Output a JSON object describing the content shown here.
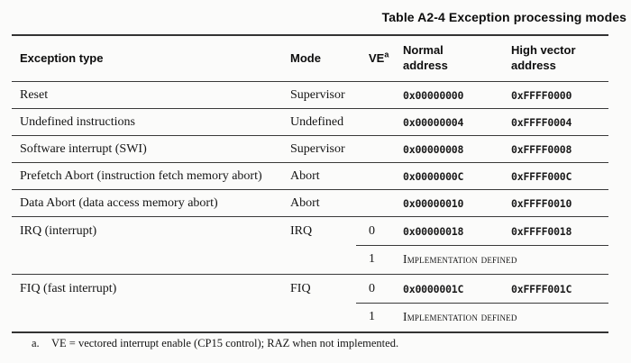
{
  "title": "Table A2-4 Exception processing modes",
  "table": {
    "headers": {
      "exception_type": "Exception type",
      "mode": "Mode",
      "ve": "VE",
      "ve_sup": "a",
      "normal_address": "Normal address",
      "high_vector_address": "High vector address"
    },
    "rows": [
      {
        "exception": "Reset",
        "mode": "Supervisor",
        "ve": "",
        "normal": "0x00000000",
        "high": "0xFFFF0000"
      },
      {
        "exception": "Undefined instructions",
        "mode": "Undefined",
        "ve": "",
        "normal": "0x00000004",
        "high": "0xFFFF0004"
      },
      {
        "exception": "Software interrupt (SWI)",
        "mode": "Supervisor",
        "ve": "",
        "normal": "0x00000008",
        "high": "0xFFFF0008"
      },
      {
        "exception": "Prefetch Abort (instruction fetch memory abort)",
        "mode": "Abort",
        "ve": "",
        "normal": "0x0000000C",
        "high": "0xFFFF000C"
      },
      {
        "exception": "Data Abort (data access memory abort)",
        "mode": "Abort",
        "ve": "",
        "normal": "0x00000010",
        "high": "0xFFFF0010"
      },
      {
        "exception": "IRQ (interrupt)",
        "mode": "IRQ",
        "ve": "0",
        "normal": "0x00000018",
        "high": "0xFFFF0018"
      },
      {
        "exception": "",
        "mode": "",
        "ve": "1",
        "impl": "Implementation defined"
      },
      {
        "exception": "FIQ (fast interrupt)",
        "mode": "FIQ",
        "ve": "0",
        "normal": "0x0000001C",
        "high": "0xFFFF001C"
      },
      {
        "exception": "",
        "mode": "",
        "ve": "1",
        "impl": "Implementation defined"
      }
    ]
  },
  "footnote": {
    "label": "a.",
    "text": "VE = vectored interrupt enable (CP15 control); RAZ when not implemented."
  }
}
